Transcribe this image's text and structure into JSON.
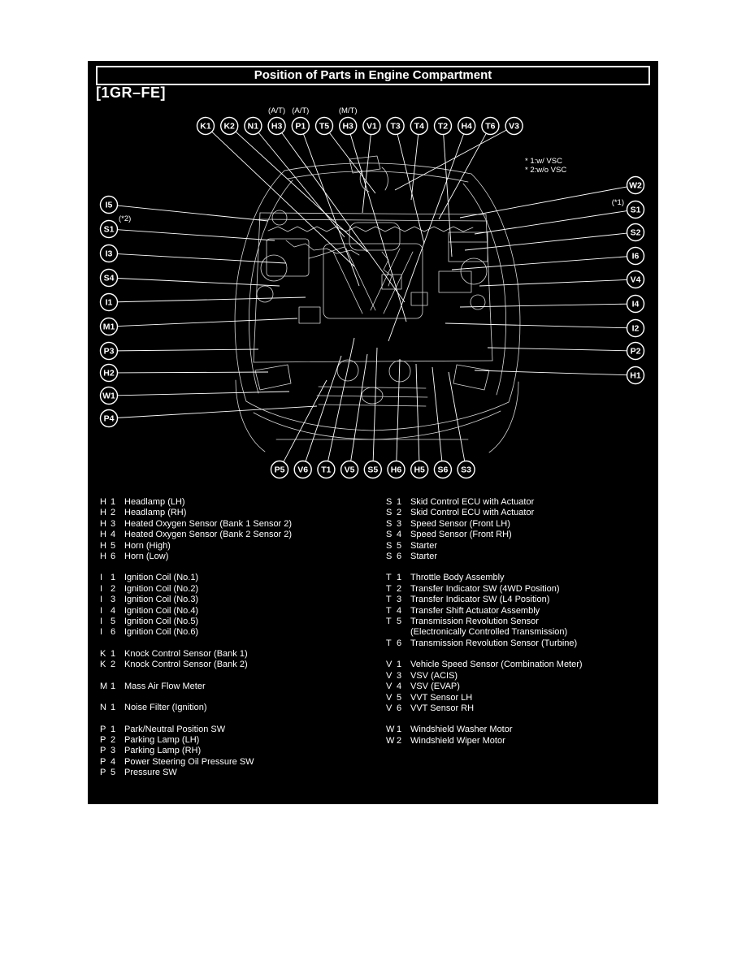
{
  "page": {
    "title": "Position of Parts in Engine Compartment",
    "engine_code": "[1GR–FE]",
    "notes": [
      "* 1:w/ VSC",
      "* 2:w/o VSC"
    ]
  },
  "callouts": {
    "top": [
      {
        "label": "K1"
      },
      {
        "label": "K2"
      },
      {
        "label": "N1"
      },
      {
        "label": "H3",
        "annotation": "(A/T)"
      },
      {
        "label": "P1",
        "annotation": "(A/T)"
      },
      {
        "label": "T5"
      },
      {
        "label": "H3",
        "annotation": "(M/T)"
      },
      {
        "label": "V1"
      },
      {
        "label": "T3"
      },
      {
        "label": "T4"
      },
      {
        "label": "T2"
      },
      {
        "label": "H4"
      },
      {
        "label": "T6"
      },
      {
        "label": "V3"
      }
    ],
    "left": [
      {
        "label": "I5"
      },
      {
        "label": "S1",
        "note": "(*2)"
      },
      {
        "label": "I3"
      },
      {
        "label": "S4"
      },
      {
        "label": "I1"
      },
      {
        "label": "M1"
      },
      {
        "label": "P3"
      },
      {
        "label": "H2"
      },
      {
        "label": "W1"
      },
      {
        "label": "P4"
      }
    ],
    "right": [
      {
        "label": "W2"
      },
      {
        "label": "S1",
        "note": "(*1)"
      },
      {
        "label": "S2"
      },
      {
        "label": "I6"
      },
      {
        "label": "V4"
      },
      {
        "label": "I4"
      },
      {
        "label": "I2"
      },
      {
        "label": "P2"
      },
      {
        "label": "H1"
      }
    ],
    "bottom": [
      {
        "label": "P5"
      },
      {
        "label": "V6"
      },
      {
        "label": "T1"
      },
      {
        "label": "V5"
      },
      {
        "label": "S5"
      },
      {
        "label": "H6"
      },
      {
        "label": "H5"
      },
      {
        "label": "S6"
      },
      {
        "label": "S3"
      }
    ]
  },
  "legend": {
    "left_groups": [
      [
        {
          "code": "H",
          "num": "1",
          "desc": "Headlamp (LH)"
        },
        {
          "code": "H",
          "num": "2",
          "desc": "Headlamp (RH)"
        },
        {
          "code": "H",
          "num": "3",
          "desc": "Heated Oxygen Sensor (Bank 1 Sensor 2)"
        },
        {
          "code": "H",
          "num": "4",
          "desc": "Heated Oxygen Sensor (Bank 2 Sensor 2)"
        },
        {
          "code": "H",
          "num": "5",
          "desc": "Horn (High)"
        },
        {
          "code": "H",
          "num": "6",
          "desc": "Horn (Low)"
        }
      ],
      [
        {
          "code": "I",
          "num": "1",
          "desc": "Ignition Coil (No.1)"
        },
        {
          "code": "I",
          "num": "2",
          "desc": "Ignition Coil (No.2)"
        },
        {
          "code": "I",
          "num": "3",
          "desc": "Ignition Coil (No.3)"
        },
        {
          "code": "I",
          "num": "4",
          "desc": "Ignition Coil (No.4)"
        },
        {
          "code": "I",
          "num": "5",
          "desc": "Ignition Coil (No.5)"
        },
        {
          "code": "I",
          "num": "6",
          "desc": "Ignition Coil (No.6)"
        }
      ],
      [
        {
          "code": "K",
          "num": "1",
          "desc": "Knock Control Sensor (Bank 1)"
        },
        {
          "code": "K",
          "num": "2",
          "desc": "Knock Control Sensor (Bank 2)"
        }
      ],
      [
        {
          "code": "M",
          "num": "1",
          "desc": "Mass Air Flow Meter"
        }
      ],
      [
        {
          "code": "N",
          "num": "1",
          "desc": "Noise Filter (Ignition)"
        }
      ],
      [
        {
          "code": "P",
          "num": "1",
          "desc": "Park/Neutral Position SW"
        },
        {
          "code": "P",
          "num": "2",
          "desc": "Parking Lamp (LH)"
        },
        {
          "code": "P",
          "num": "3",
          "desc": "Parking Lamp (RH)"
        },
        {
          "code": "P",
          "num": "4",
          "desc": "Power Steering Oil Pressure SW"
        },
        {
          "code": "P",
          "num": "5",
          "desc": "Pressure SW"
        }
      ]
    ],
    "right_groups": [
      [
        {
          "code": "S",
          "num": "1",
          "desc": "Skid Control ECU with Actuator"
        },
        {
          "code": "S",
          "num": "2",
          "desc": "Skid Control ECU with Actuator"
        },
        {
          "code": "S",
          "num": "3",
          "desc": "Speed Sensor (Front LH)"
        },
        {
          "code": "S",
          "num": "4",
          "desc": "Speed Sensor (Front RH)"
        },
        {
          "code": "S",
          "num": "5",
          "desc": "Starter"
        },
        {
          "code": "S",
          "num": "6",
          "desc": "Starter"
        }
      ],
      [
        {
          "code": "T",
          "num": "1",
          "desc": "Throttle Body Assembly"
        },
        {
          "code": "T",
          "num": "2",
          "desc": "Transfer Indicator SW (4WD Position)"
        },
        {
          "code": "T",
          "num": "3",
          "desc": "Transfer Indicator SW (L4 Position)"
        },
        {
          "code": "T",
          "num": "4",
          "desc": "Transfer Shift Actuator Assembly"
        },
        {
          "code": "T",
          "num": "5",
          "desc": "Transmission Revolution Sensor",
          "desc2": "(Electronically Controlled Transmission)"
        },
        {
          "code": "T",
          "num": "6",
          "desc": "Transmission Revolution Sensor (Turbine)"
        }
      ],
      [
        {
          "code": "V",
          "num": "1",
          "desc": "Vehicle Speed Sensor (Combination Meter)"
        },
        {
          "code": "V",
          "num": "3",
          "desc": "VSV (ACIS)"
        },
        {
          "code": "V",
          "num": "4",
          "desc": "VSV (EVAP)"
        },
        {
          "code": "V",
          "num": "5",
          "desc": "VVT Sensor LH"
        },
        {
          "code": "V",
          "num": "6",
          "desc": "VVT Sensor RH"
        }
      ],
      [
        {
          "code": "W",
          "num": "1",
          "desc": "Windshield Washer Motor"
        },
        {
          "code": "W",
          "num": "2",
          "desc": "Windshield Wiper Motor"
        }
      ]
    ]
  }
}
